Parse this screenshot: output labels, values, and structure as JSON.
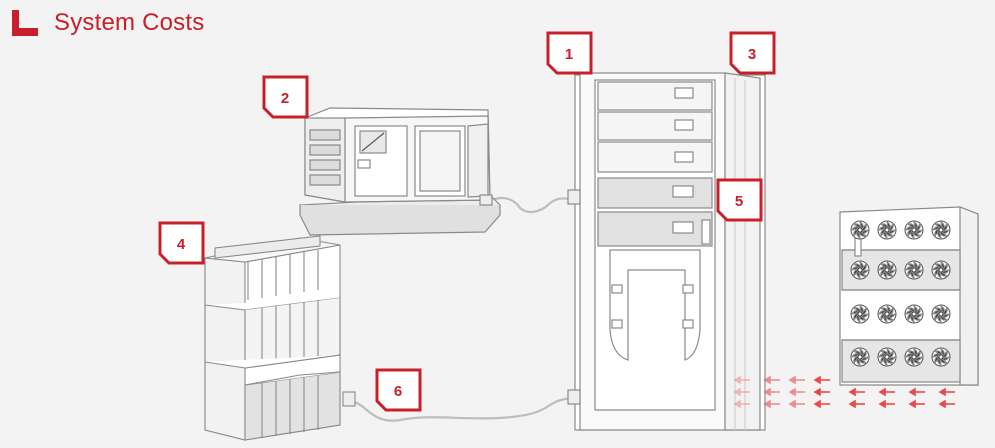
{
  "header": {
    "title": "System Costs"
  },
  "callouts": [
    {
      "id": "1",
      "label": "1",
      "target": "ups"
    },
    {
      "id": "2",
      "label": "2",
      "target": "generator"
    },
    {
      "id": "3",
      "label": "3",
      "target": "ups-side-panel"
    },
    {
      "id": "4",
      "label": "4",
      "target": "battery-cabinet"
    },
    {
      "id": "5",
      "label": "5",
      "target": "ups-door-handle"
    },
    {
      "id": "6",
      "label": "6",
      "target": "battery-cable"
    }
  ],
  "colors": {
    "accent": "#c8202a",
    "outline": "#8a8a8a",
    "fill_light": "#ffffff",
    "fill_gray": "#e4e4e4",
    "cable": "#bdbdbd",
    "airflow": "#e84a4a"
  }
}
